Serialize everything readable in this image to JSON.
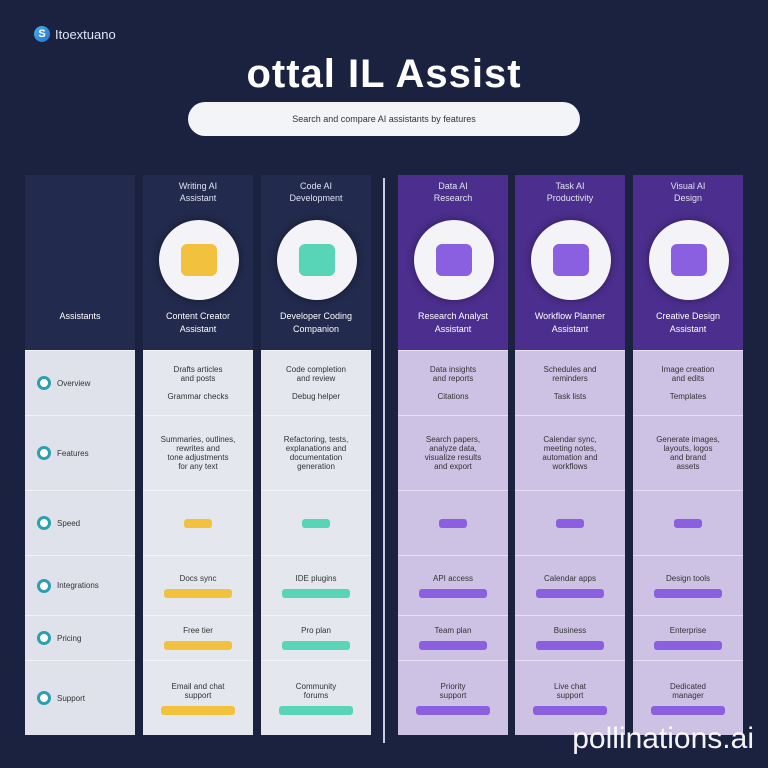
{
  "logo": {
    "text": "Itoextuano",
    "mark": "S"
  },
  "title": "ottal IL Assist",
  "search": {
    "text": "Search and compare AI assistants by features"
  },
  "label_column": {
    "name": "Assistants",
    "rows": [
      "Overview",
      "Features",
      "Speed",
      "Integrations",
      "Pricing",
      "Support"
    ]
  },
  "rows": [
    {
      "type": "text"
    },
    {
      "type": "text"
    },
    {
      "type": "bar"
    },
    {
      "type": "textbar"
    },
    {
      "type": "textbar"
    },
    {
      "type": "bar"
    }
  ],
  "columns": [
    {
      "title": "Writing AI\nAssistant",
      "name": "Content Creator\nAssistant",
      "color": "#f2c23e",
      "theme": "dark",
      "icon": "document-icon",
      "cells": [
        "Drafts articles\nand posts\n\nGrammar checks",
        "Summaries, outlines,\nrewrites and\ntone adjustments\nfor any text",
        null,
        "Docs sync",
        "Free tier",
        "Email and chat\nsupport"
      ]
    },
    {
      "title": "Code AI\nDevelopment",
      "name": "Developer Coding\nCompanion",
      "color": "#58d4b6",
      "theme": "dark",
      "icon": "bot-icon",
      "cells": [
        "Code completion\nand review\n\nDebug helper",
        "Refactoring, tests,\nexplanations and\ndocumentation\ngeneration",
        null,
        "IDE plugins",
        "Pro plan",
        "Community\nforums"
      ]
    },
    {
      "title": "Data AI\nResearch",
      "name": "Research Analyst\nAssistant",
      "color": "#8a5fe0",
      "theme": "purple",
      "icon": "chart-icon",
      "cells": [
        "Data insights\nand reports\n\nCitations",
        "Search papers,\nanalyze data,\nvisualize results\nand export",
        null,
        "API access",
        "Team plan",
        "Priority\nsupport"
      ]
    },
    {
      "title": "Task AI\nProductivity",
      "name": "Workflow Planner\nAssistant",
      "color": "#8a5fe0",
      "theme": "purple",
      "icon": "clipboard-icon",
      "cells": [
        "Schedules and\nreminders\n\nTask lists",
        "Calendar sync,\nmeeting notes,\nautomation and\nworkflows",
        null,
        "Calendar apps",
        "Business",
        "Live chat\nsupport"
      ]
    },
    {
      "title": "Visual AI\nDesign",
      "name": "Creative Design\nAssistant",
      "color": "#8a5fe0",
      "theme": "purple",
      "icon": "image-icon",
      "cells": [
        "Image creation\nand edits\n\nTemplates",
        "Generate images,\nlayouts, logos\nand brand\nassets",
        null,
        "Design tools",
        "Enterprise",
        "Dedicated\nmanager"
      ]
    }
  ],
  "watermark": "pollinations.ai"
}
